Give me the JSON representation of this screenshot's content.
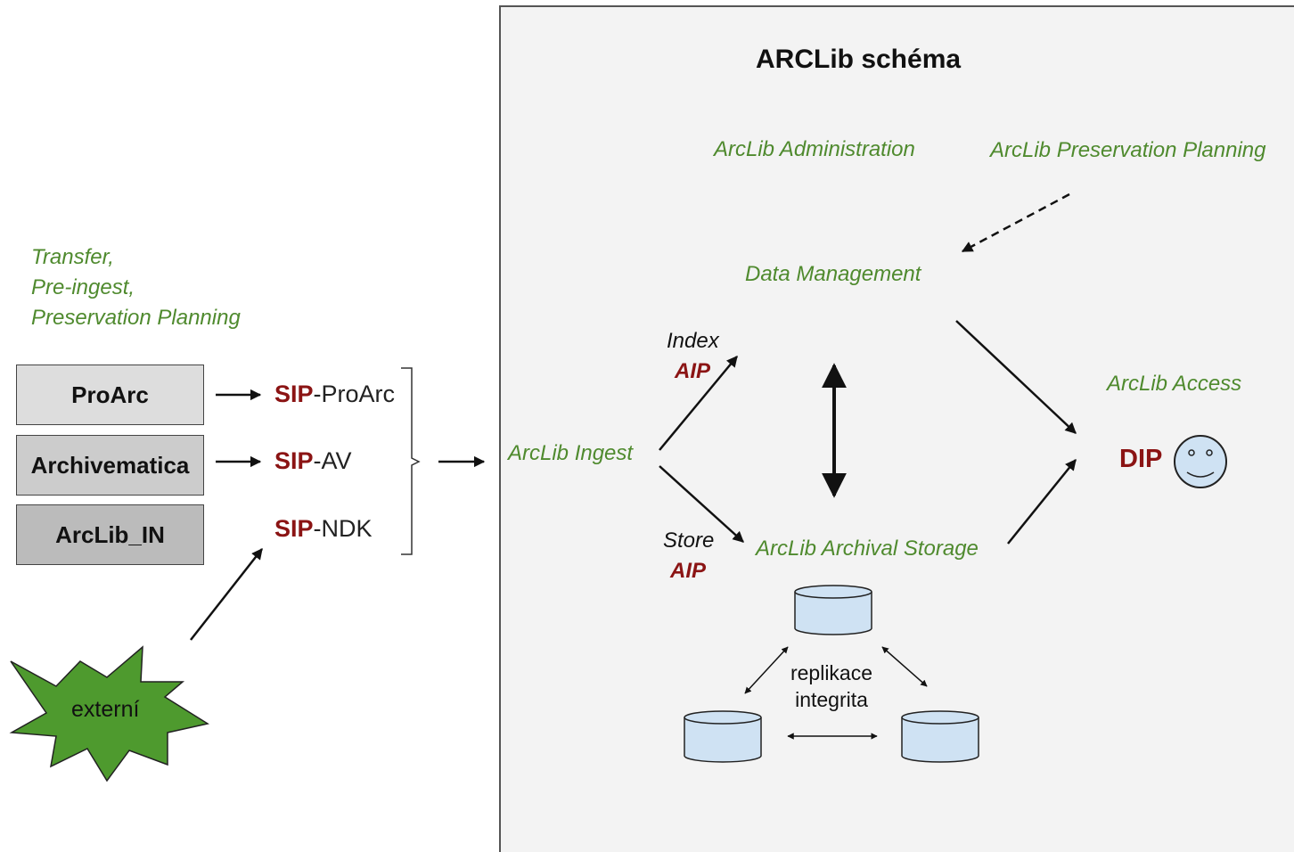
{
  "title": "ARCLib schéma",
  "left": {
    "heading_lines": [
      "Transfer,",
      "Pre-ingest,",
      "Preservation Planning"
    ],
    "sources": [
      "ProArc",
      "Archivematica",
      "ArcLib_IN"
    ],
    "sip_prefix": "SIP",
    "sip_suffixes": [
      "-ProArc",
      "-AV",
      "-NDK"
    ],
    "external_label": "externí"
  },
  "modules": {
    "administration": "ArcLib Administration",
    "preservation_planning": "ArcLib Preservation Planning",
    "data_management": "Data Management",
    "ingest": "ArcLib Ingest",
    "archival_storage": "ArcLib Archival Storage",
    "access": "ArcLib Access"
  },
  "flows": {
    "index_label": "Index",
    "store_label": "Store",
    "aip_label": "AIP",
    "dip_label": "DIP"
  },
  "storage": {
    "caption_lines": [
      "replikace",
      "integrita"
    ]
  },
  "colors": {
    "module_green": "#4f8a2e",
    "sip_red": "#8b1414",
    "panel_bg": "#f3f3f3",
    "cylinder_fill": "#cfe2f3",
    "burst_green": "#4e9a2e"
  }
}
